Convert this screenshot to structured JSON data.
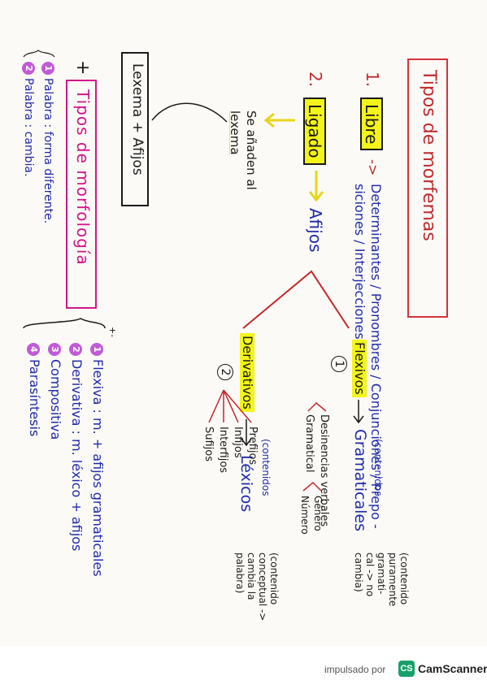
{
  "title": "Tipos de morfemas",
  "n1": "1.",
  "libre": "Libre",
  "libre_arrow": "->",
  "libre_desc1": "Determinantes / Pronombres / Conjunciones / Prepo -",
  "libre_desc2": "siciones / Interjecciones.",
  "n2": "2.",
  "ligado": "Ligado",
  "afijos": "Afijos",
  "flexivos": "Flexivos",
  "flexivos_num": "1",
  "gramaticales": "Gramaticales",
  "contenidos_g": "(contenidos",
  "contenido_puro": "(contenido",
  "puramente": "puramente",
  "gramati": "gramati-",
  "cal_no": "cal -> no",
  "cambia1": "cambia)",
  "desinencias": "Desinencias verbales",
  "gramatical": "Gramatical",
  "genero": "Género",
  "numero": "Número",
  "derivativos": "Derivativos",
  "derivativos_num": "2",
  "lexicos": "Léxicos",
  "contenidos_l": "(contenidos",
  "contenido_conc": "(contenido",
  "conceptual": "conceptual ->",
  "cambia_la": "cambia la",
  "palabra_close": "palabra)",
  "prefijos": "Prefijos",
  "infijos": "Infijos",
  "interfijos": "Interfijos",
  "sufijos": "Sufijos",
  "se_anaden": "Se añaden al",
  "lexema_small": "lexema",
  "lexema_afijos": "Lexema + Afijos",
  "plus_tipos": "+",
  "tipos_morf": "Tipos de morfología",
  "pal1_num": "1",
  "pal1": "Palabra : forma diferente.",
  "pal2_num": "2",
  "pal2": "Palabra : cambia.",
  "plusminus": "+-",
  "m1_num": "1",
  "m1": "Flexiva : m. + afijos gramaticales",
  "m2_num": "2",
  "m2": "Derivativa : m. léxico + afijos",
  "m3_num": "3",
  "m3": "Compositiva",
  "m4_num": "4",
  "m4": "Parasíntesis",
  "footer_label": "impulsado por",
  "footer_logo": "CS",
  "footer_brand": "CamScanner"
}
